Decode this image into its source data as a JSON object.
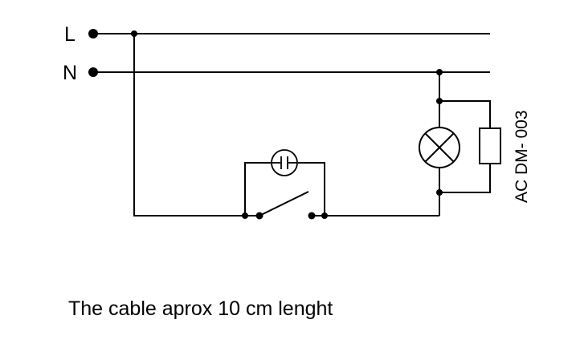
{
  "terminals": {
    "line_label": "L",
    "neutral_label": "N"
  },
  "device": {
    "model_label": "AC DM- 003"
  },
  "caption": {
    "text": "The cable aprox 10 cm lenght"
  }
}
